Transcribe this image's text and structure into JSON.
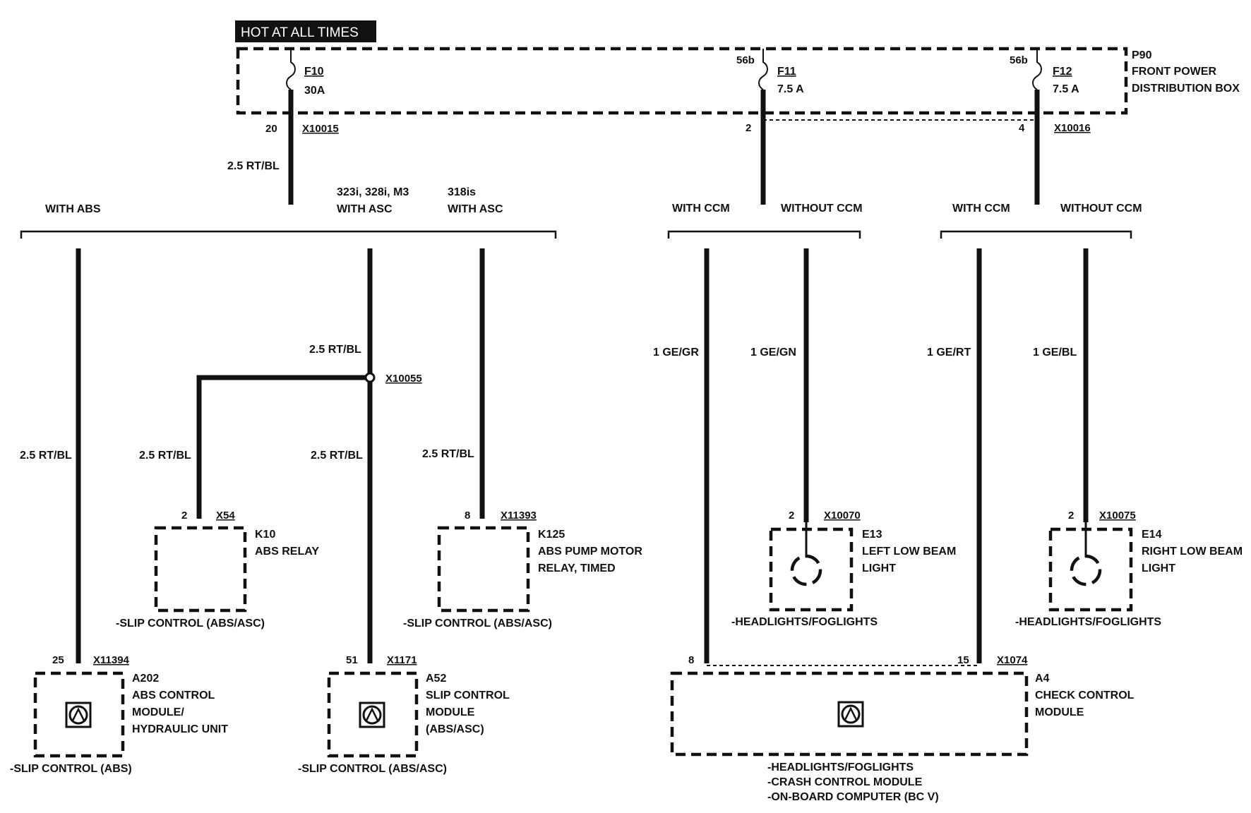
{
  "header": {
    "title": "HOT AT ALL TIMES"
  },
  "fuse_box": {
    "id": "P90",
    "name_line1": "FRONT POWER",
    "name_line2": "DISTRIBUTION BOX",
    "fuses": [
      {
        "id": "F10",
        "rating": "30A"
      },
      {
        "id": "F11",
        "rating": "7.5 A",
        "pin": "56b"
      },
      {
        "id": "F12",
        "rating": "7.5 A",
        "pin": "56b"
      }
    ]
  },
  "connectors": {
    "x10015": {
      "id": "X10015",
      "pin": "20"
    },
    "x10016": {
      "id": "X10016",
      "pin_a": "2",
      "pin_b": "4"
    },
    "x10055": {
      "id": "X10055"
    },
    "x54": {
      "id": "X54",
      "pin": "2"
    },
    "x11393": {
      "id": "X11393",
      "pin": "8"
    },
    "x11394": {
      "id": "X11394",
      "pin": "25"
    },
    "x1171": {
      "id": "X1171",
      "pin": "51"
    },
    "x10070": {
      "id": "X10070",
      "pin": "2"
    },
    "x10075": {
      "id": "X10075",
      "pin": "2"
    },
    "x1074": {
      "id": "X1074",
      "pin_a": "8",
      "pin_b": "15"
    }
  },
  "wires": {
    "main": "2.5 RT/BL",
    "abs_branch": "2.5 RT/BL",
    "asc_upper": "2.5 RT/BL",
    "k10_feed": "2.5 RT/BL",
    "asc_lower": "2.5 RT/BL",
    "k125_feed": "2.5 RT/BL",
    "ge_gr": "1 GE/GR",
    "ge_gn": "1 GE/GN",
    "ge_rt": "1 GE/RT",
    "ge_bl": "1 GE/BL"
  },
  "options": {
    "with_abs": "WITH ABS",
    "asc_models_line1": "323i, 328i, M3",
    "asc_models_line2": "WITH ASC",
    "asc_318_line1": "318is",
    "asc_318_line2": "WITH ASC",
    "f11_with_ccm": "WITH CCM",
    "f11_without_ccm": "WITHOUT CCM",
    "f12_with_ccm": "WITH CCM",
    "f12_without_ccm": "WITHOUT CCM"
  },
  "components": {
    "k10": {
      "id": "K10",
      "line1": "ABS RELAY",
      "ref": "-SLIP CONTROL (ABS/ASC)"
    },
    "k125": {
      "id": "K125",
      "line1": "ABS PUMP MOTOR",
      "line2": "RELAY, TIMED",
      "ref": "-SLIP CONTROL (ABS/ASC)"
    },
    "a202": {
      "id": "A202",
      "line1": "ABS CONTROL",
      "line2": "MODULE/",
      "line3": "HYDRAULIC UNIT",
      "ref": "-SLIP CONTROL (ABS)"
    },
    "a52": {
      "id": "A52",
      "line1": "SLIP CONTROL",
      "line2": "MODULE",
      "line3": "(ABS/ASC)",
      "ref": "-SLIP CONTROL (ABS/ASC)"
    },
    "e13": {
      "id": "E13",
      "line1": "LEFT LOW BEAM",
      "line2": "LIGHT",
      "ref": "-HEADLIGHTS/FOGLIGHTS"
    },
    "e14": {
      "id": "E14",
      "line1": "RIGHT LOW BEAM",
      "line2": "LIGHT",
      "ref": "-HEADLIGHTS/FOGLIGHTS"
    },
    "a4": {
      "id": "A4",
      "line1": "CHECK CONTROL",
      "line2": "MODULE",
      "ref1": "-HEADLIGHTS/FOGLIGHTS",
      "ref2": "-CRASH CONTROL MODULE",
      "ref3": "-ON-BOARD COMPUTER (BC V)"
    }
  }
}
